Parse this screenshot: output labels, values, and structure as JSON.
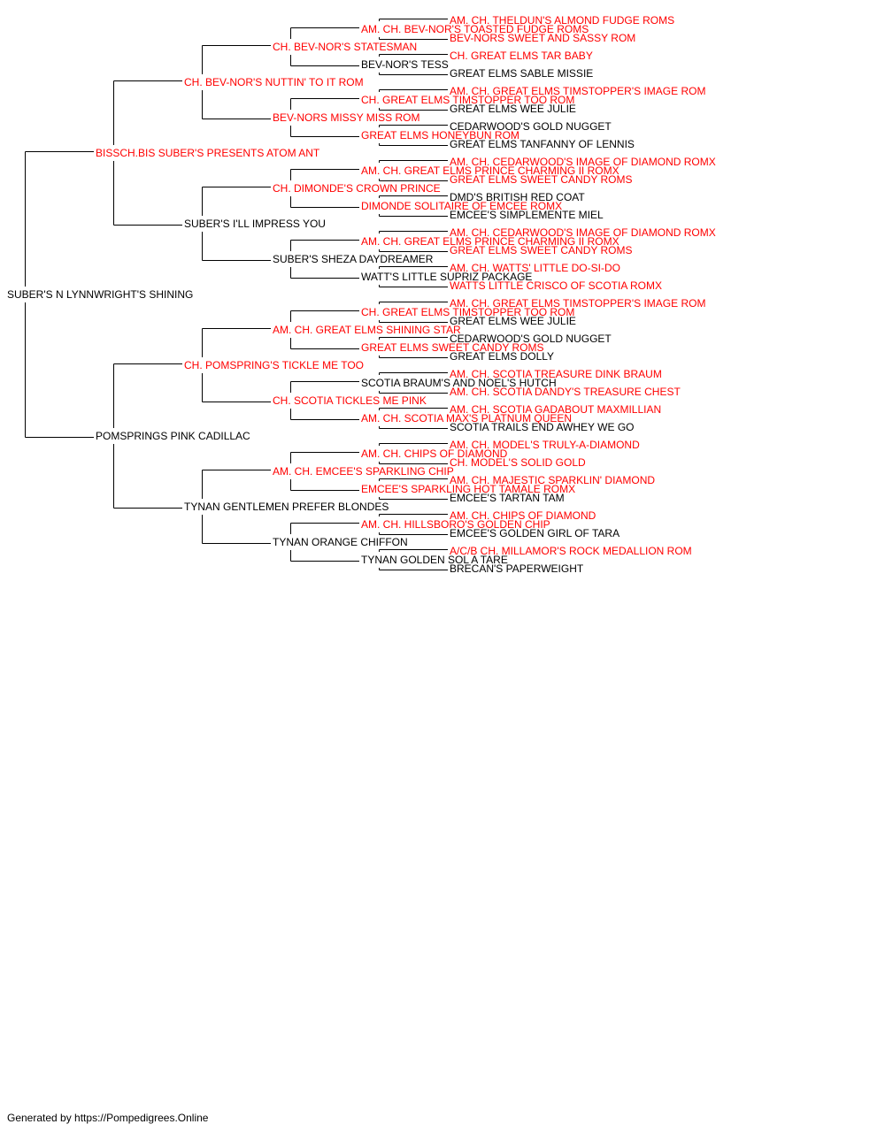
{
  "colors": {
    "champion": "#ff0000",
    "normal": "#000000",
    "line": "#000000"
  },
  "footer": "Generated by https://Pompedigrees.Online",
  "generations": [
    [
      {
        "name": "SUBER'S N LYNNWRIGHT'S SHINING",
        "champion": false
      }
    ],
    [
      {
        "name": "BISSCH.BIS SUBER'S PRESENTS ATOM ANT",
        "champion": true
      },
      {
        "name": "POMSPRINGS PINK CADILLAC",
        "champion": false
      }
    ],
    [
      {
        "name": "CH. BEV-NOR'S NUTTIN' TO IT ROM",
        "champion": true
      },
      {
        "name": "SUBER'S I'LL IMPRESS YOU",
        "champion": false
      },
      {
        "name": "CH. POMSPRING'S TICKLE ME TOO",
        "champion": true
      },
      {
        "name": "TYNAN GENTLEMEN PREFER BLONDES",
        "champion": false
      }
    ],
    [
      {
        "name": "CH. BEV-NOR'S STATESMAN",
        "champion": true
      },
      {
        "name": "BEV-NORS MISSY MISS ROM",
        "champion": true
      },
      {
        "name": "CH. DIMONDE'S CROWN PRINCE",
        "champion": true
      },
      {
        "name": "SUBER'S SHEZA DAYDREAMER",
        "champion": false
      },
      {
        "name": "AM. CH. GREAT ELMS SHINING STAR",
        "champion": true
      },
      {
        "name": "CH. SCOTIA TICKLES ME PINK",
        "champion": true
      },
      {
        "name": "AM. CH. EMCEE'S SPARKLING CHIP",
        "champion": true
      },
      {
        "name": "TYNAN ORANGE CHIFFON",
        "champion": false
      }
    ],
    [
      {
        "name": "AM. CH. BEV-NOR'S TOASTED FUDGE ROMS",
        "champion": true
      },
      {
        "name": "BEV-NOR'S TESS",
        "champion": false
      },
      {
        "name": "CH. GREAT ELMS TIMSTOPPER TOO ROM",
        "champion": true
      },
      {
        "name": "GREAT ELMS HONEYBUN ROM",
        "champion": true
      },
      {
        "name": "AM. CH. GREAT ELMS PRINCE CHARMING II ROMX",
        "champion": true
      },
      {
        "name": "DIMONDE SOLITAIRE OF EMCEE ROMX",
        "champion": true
      },
      {
        "name": "AM. CH. GREAT ELMS PRINCE CHARMING II ROMX",
        "champion": true
      },
      {
        "name": "WATT'S LITTLE SUPRIZ PACKAGE",
        "champion": false
      },
      {
        "name": "CH. GREAT ELMS TIMSTOPPER TOO ROM",
        "champion": true
      },
      {
        "name": "GREAT ELMS SWEET CANDY ROMS",
        "champion": true
      },
      {
        "name": "SCOTIA BRAUM'S AND NOEL'S HUTCH",
        "champion": false
      },
      {
        "name": "AM. CH. SCOTIA MAX'S PLATNUM QUEEN",
        "champion": true
      },
      {
        "name": "AM. CH. CHIPS OF DIAMOND",
        "champion": true
      },
      {
        "name": "EMCEE'S SPARKLING HOT TAMALE ROMX",
        "champion": true
      },
      {
        "name": "AM. CH. HILLSBORO'S GOLDEN CHIP",
        "champion": true
      },
      {
        "name": "TYNAN GOLDEN SOL A TARE",
        "champion": false
      }
    ],
    [
      {
        "name": "AM. CH. THELDUN'S ALMOND FUDGE ROMS",
        "champion": true
      },
      {
        "name": "BEV-NORS SWEET AND SASSY ROM",
        "champion": true
      },
      {
        "name": "CH. GREAT ELMS TAR BABY",
        "champion": true
      },
      {
        "name": "GREAT ELMS SABLE MISSIE",
        "champion": false
      },
      {
        "name": "AM. CH. GREAT ELMS TIMSTOPPER'S IMAGE ROM",
        "champion": true
      },
      {
        "name": "GREAT ELMS WEE JULIE",
        "champion": false
      },
      {
        "name": "CEDARWOOD'S GOLD NUGGET",
        "champion": false
      },
      {
        "name": "GREAT ELMS TANFANNY OF LENNIS",
        "champion": false
      },
      {
        "name": "AM. CH. CEDARWOOD'S IMAGE OF DIAMOND ROMX",
        "champion": true
      },
      {
        "name": "GREAT ELMS SWEET CANDY ROMS",
        "champion": true
      },
      {
        "name": "DMD'S BRITISH RED COAT",
        "champion": false
      },
      {
        "name": "EMCEE'S SIMPLEMENTE MIEL",
        "champion": false
      },
      {
        "name": "AM. CH. CEDARWOOD'S IMAGE OF DIAMOND ROMX",
        "champion": true
      },
      {
        "name": "GREAT ELMS SWEET CANDY ROMS",
        "champion": true
      },
      {
        "name": "AM. CH. WATTS' LITTLE DO-SI-DO",
        "champion": true
      },
      {
        "name": "WATTS LITTLE CRISCO OF SCOTIA ROMX",
        "champion": true
      },
      {
        "name": "AM. CH. GREAT ELMS TIMSTOPPER'S IMAGE ROM",
        "champion": true
      },
      {
        "name": "GREAT ELMS WEE JULIE",
        "champion": false
      },
      {
        "name": "CEDARWOOD'S GOLD NUGGET",
        "champion": false
      },
      {
        "name": "GREAT ELMS DOLLY",
        "champion": false
      },
      {
        "name": "AM. CH. SCOTIA TREASURE DINK BRAUM",
        "champion": true
      },
      {
        "name": "AM. CH. SCOTIA DANDY'S TREASURE CHEST",
        "champion": true
      },
      {
        "name": "AM. CH. SCOTIA GADABOUT MAXMILLIAN",
        "champion": true
      },
      {
        "name": "SCOTIA TRAILS END AWHEY WE GO",
        "champion": false
      },
      {
        "name": "AM. CH. MODEL'S TRULY-A-DIAMOND",
        "champion": true
      },
      {
        "name": "CH. MODEL'S SOLID GOLD",
        "champion": true
      },
      {
        "name": "AM. CH. MAJESTIC SPARKLIN' DIAMOND",
        "champion": true
      },
      {
        "name": "EMCEE'S TARTAN TAM",
        "champion": false
      },
      {
        "name": "AM. CH. CHIPS OF DIAMOND",
        "champion": true
      },
      {
        "name": "EMCEE'S GOLDEN GIRL OF TARA",
        "champion": false
      },
      {
        "name": "A/C/B CH. MILLAMOR'S ROCK MEDALLION ROM",
        "champion": true
      },
      {
        "name": "BRECAN'S PAPERWEIGHT",
        "champion": false
      }
    ]
  ]
}
